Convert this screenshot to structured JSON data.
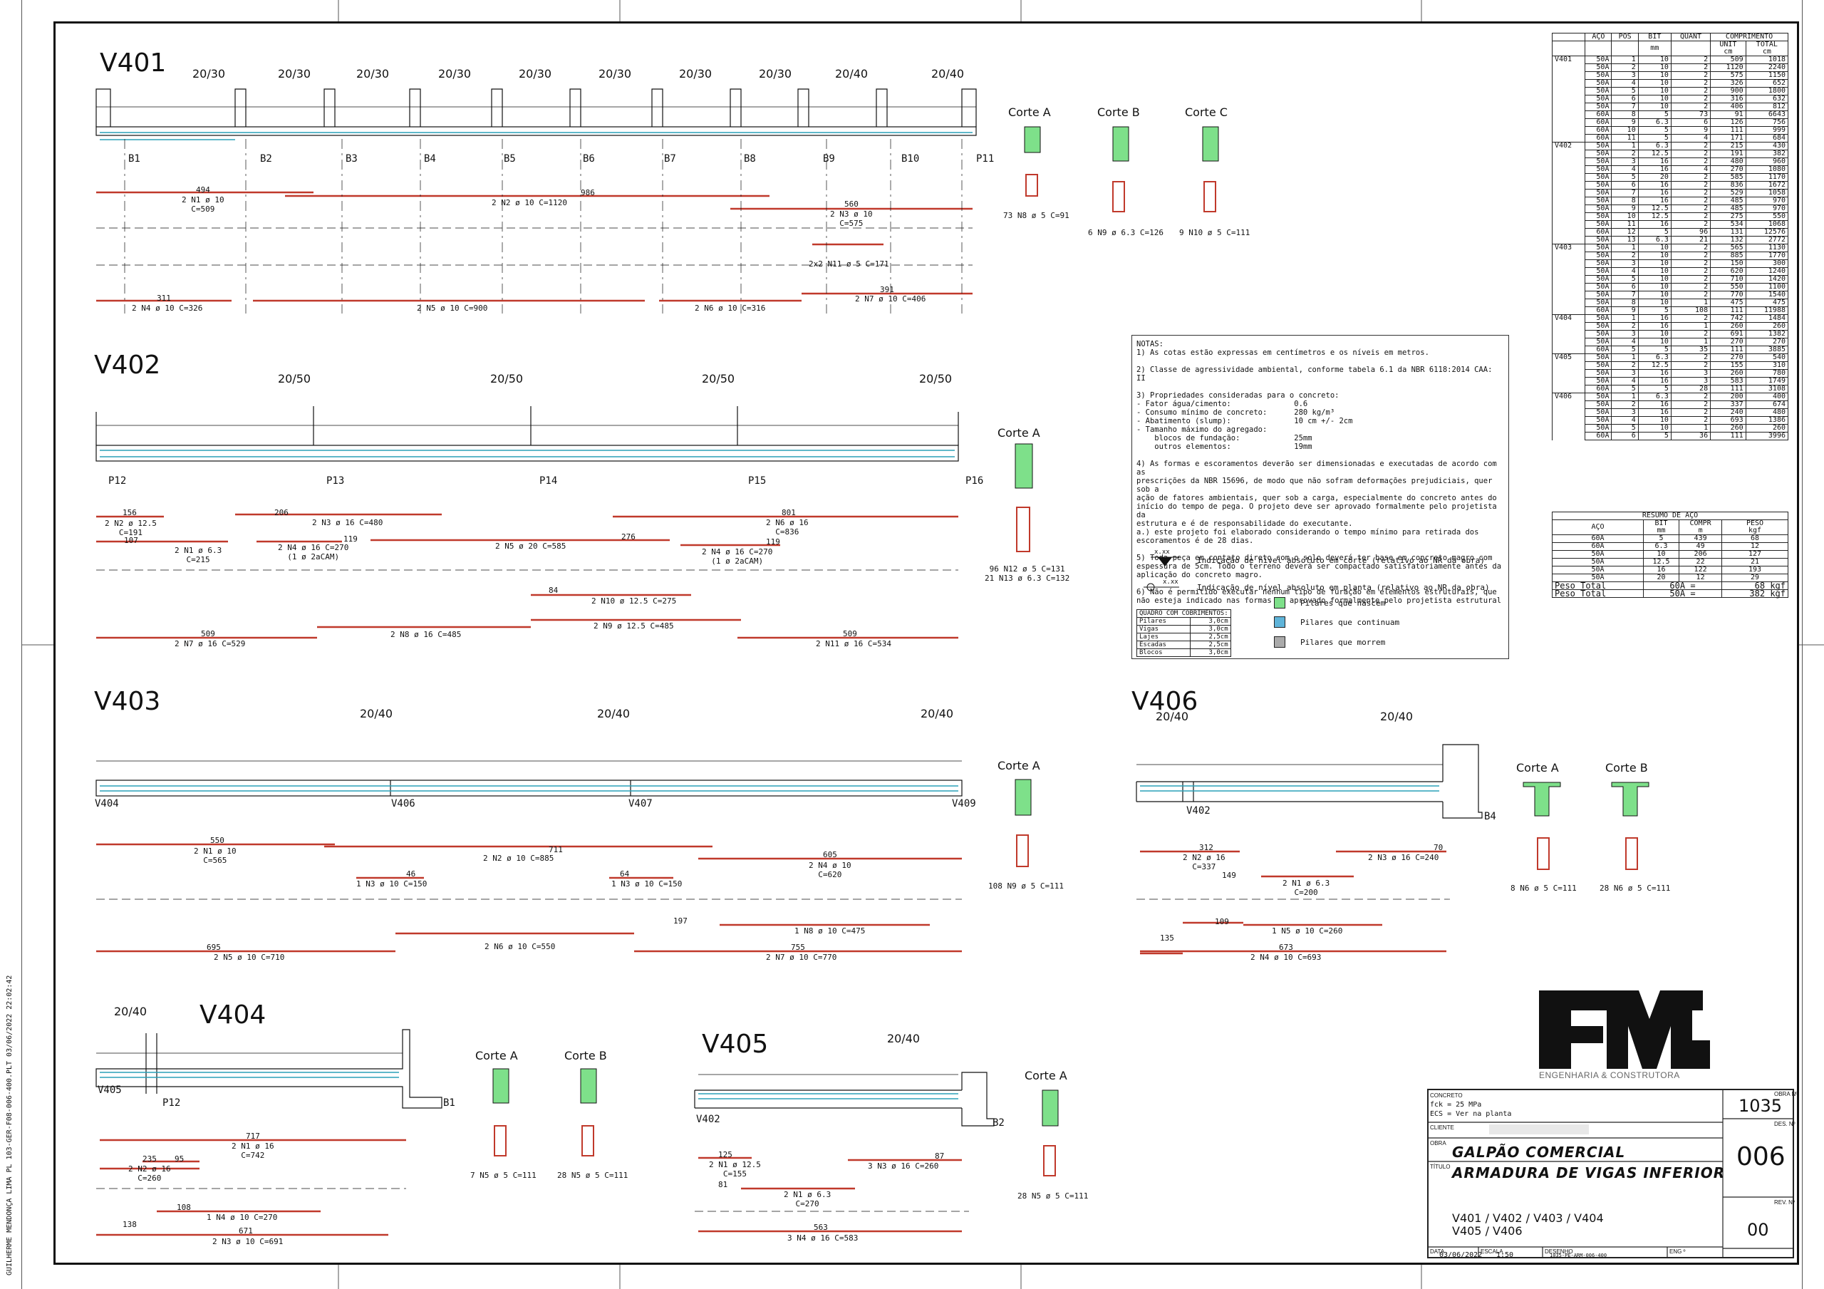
{
  "beams": {
    "v401": {
      "title": "V401",
      "sections": [
        "20/30",
        "20/30",
        "20/30",
        "20/30",
        "20/30",
        "20/30",
        "20/30",
        "20/30",
        "20/40",
        "20/40"
      ],
      "supports": [
        "B1",
        "B2",
        "B3",
        "B4",
        "B5",
        "B6",
        "B7",
        "B8",
        "B9",
        "B10",
        "P11"
      ],
      "bars": [
        "2 N1 ø 10\nC=509",
        "2 N2 ø 10 C=1120",
        "2 N3 ø 10\nC=575",
        "2 N4 ø 10 C=326",
        "2 N5 ø 10 C=900",
        "2 N6 ø 10 C=316",
        "2 N7 ø 10 C=406",
        "2x2 N11 ø 5 C=171"
      ],
      "lengths": [
        "494",
        "986",
        "560",
        "311",
        "391"
      ],
      "cuts": [
        "Corte A",
        "Corte B",
        "Corte C"
      ],
      "cut_notes": [
        "73 N8 ø 5 C=91",
        "6 N9 ø 6.3 C=126",
        "9 N10 ø 5 C=111"
      ]
    },
    "v402": {
      "title": "V402",
      "sections": [
        "20/50",
        "20/50",
        "20/50",
        "20/50"
      ],
      "supports": [
        "P12",
        "P13",
        "P14",
        "P15",
        "P16"
      ],
      "bars": [
        "2 N2 ø 12.5\nC=191",
        "2 N3 ø 16 C=480",
        "2 N6 ø 16\nC=836",
        "2 N1 ø 6.3\nC=215",
        "2 N4 ø 16 C=270\n(1 ø 2aCAM)",
        "2 N5 ø 20 C=585",
        "2 N4 ø 16 C=270\n(1 ø 2aCAM)",
        "2 N10 ø 12.5 C=275",
        "2 N9 ø 12.5 C=485",
        "2 N7 ø 16 C=529",
        "2 N8 ø 16 C=485",
        "2 N11 ø 16 C=534"
      ],
      "lengths": [
        "156",
        "206",
        "801",
        "107",
        "119",
        "276",
        "119",
        "84",
        "509",
        "509"
      ],
      "cuts": [
        "Corte A"
      ],
      "cut_notes": [
        "96 N12 ø 5 C=131\n21 N13 ø 6.3 C=132"
      ]
    },
    "v403": {
      "title": "V403",
      "sections": [
        "20/40",
        "20/40",
        "20/40"
      ],
      "supports": [
        "V404",
        "V406",
        "V407",
        "V409"
      ],
      "bars": [
        "2 N1 ø 10\nC=565",
        "2 N2 ø 10 C=885",
        "2 N4 ø 10\nC=620",
        "1 N3 ø 10 C=150",
        "1 N3 ø 10 C=150",
        "1 N8 ø 10 C=475",
        "2 N5 ø 10 C=710",
        "2 N6 ø 10 C=550",
        "2 N7 ø 10 C=770"
      ],
      "lengths": [
        "550",
        "711",
        "605",
        "46",
        "64",
        "197",
        "695",
        "755"
      ],
      "cuts": [
        "Corte A"
      ],
      "cut_notes": [
        "108 N9 ø 5 C=111"
      ]
    },
    "v404": {
      "title": "V404",
      "sections": [
        "20/40"
      ],
      "supports": [
        "V405",
        "P12",
        "B1"
      ],
      "bars": [
        "2 N1 ø 16\nC=742",
        "2 N2 ø 16\nC=260",
        "1 N4 ø 10 C=270",
        "2 N3 ø 10 C=691"
      ],
      "lengths": [
        "717",
        "235",
        "95",
        "108",
        "138",
        "671"
      ],
      "cuts": [
        "Corte A",
        "Corte B"
      ],
      "cut_notes": [
        "7 N5 ø 5 C=111",
        "28 N5 ø 5 C=111"
      ]
    },
    "v405": {
      "title": "V405",
      "sections": [
        "20/40"
      ],
      "supports": [
        "V402",
        "B2"
      ],
      "bars": [
        "2 N1 ø 12.5\nC=155",
        "3 N3 ø 16 C=260",
        "2 N1 ø 6.3\nC=270",
        "3 N4 ø 16 C=583"
      ],
      "lengths": [
        "125",
        "87",
        "81",
        "563"
      ],
      "cuts": [
        "Corte A"
      ],
      "cut_notes": [
        "28 N5 ø 5 C=111"
      ]
    },
    "v406": {
      "title": "V406",
      "sections": [
        "20/40",
        "20/40"
      ],
      "supports": [
        "V402",
        "B4"
      ],
      "bars": [
        "2 N2 ø 16\nC=337",
        "2 N3 ø 16 C=240",
        "2 N1 ø 6.3\nC=200",
        "1 N5 ø 10 C=260",
        "2 N4 ø 10 C=693"
      ],
      "lengths": [
        "312",
        "70",
        "149",
        "109",
        "135",
        "673"
      ],
      "cuts": [
        "Corte A",
        "Corte B"
      ],
      "cut_notes": [
        "8 N6 ø 5 C=111",
        "28 N6 ø 5 C=111"
      ]
    }
  },
  "steel_table": {
    "headers": [
      "AÇO",
      "POS",
      "BIT",
      "QUANT",
      "COMPRIMENTO",
      "UNIT",
      "TOTAL",
      "mm",
      "cm",
      "cm"
    ],
    "groups": [
      {
        "name": "V401",
        "rows": [
          [
            "50A",
            "1",
            "10",
            "2",
            "509",
            "1018"
          ],
          [
            "50A",
            "2",
            "10",
            "2",
            "1120",
            "2240"
          ],
          [
            "50A",
            "3",
            "10",
            "2",
            "575",
            "1150"
          ],
          [
            "50A",
            "4",
            "10",
            "2",
            "326",
            "652"
          ],
          [
            "50A",
            "5",
            "10",
            "2",
            "900",
            "1800"
          ],
          [
            "50A",
            "6",
            "10",
            "2",
            "316",
            "632"
          ],
          [
            "50A",
            "7",
            "10",
            "2",
            "406",
            "812"
          ],
          [
            "60A",
            "8",
            "5",
            "73",
            "91",
            "6643"
          ],
          [
            "60A",
            "9",
            "6.3",
            "6",
            "126",
            "756"
          ],
          [
            "60A",
            "10",
            "5",
            "9",
            "111",
            "999"
          ],
          [
            "60A",
            "11",
            "5",
            "4",
            "171",
            "684"
          ]
        ]
      },
      {
        "name": "V402",
        "rows": [
          [
            "50A",
            "1",
            "6.3",
            "2",
            "215",
            "430"
          ],
          [
            "50A",
            "2",
            "12.5",
            "2",
            "191",
            "382"
          ],
          [
            "50A",
            "3",
            "16",
            "2",
            "480",
            "960"
          ],
          [
            "50A",
            "4",
            "16",
            "4",
            "270",
            "1080"
          ],
          [
            "50A",
            "5",
            "20",
            "2",
            "585",
            "1170"
          ],
          [
            "50A",
            "6",
            "16",
            "2",
            "836",
            "1672"
          ],
          [
            "50A",
            "7",
            "16",
            "2",
            "529",
            "1058"
          ],
          [
            "50A",
            "8",
            "16",
            "2",
            "485",
            "970"
          ],
          [
            "50A",
            "9",
            "12.5",
            "2",
            "485",
            "970"
          ],
          [
            "50A",
            "10",
            "12.5",
            "2",
            "275",
            "550"
          ],
          [
            "50A",
            "11",
            "16",
            "2",
            "534",
            "1068"
          ],
          [
            "60A",
            "12",
            "5",
            "96",
            "131",
            "12576"
          ],
          [
            "50A",
            "13",
            "6.3",
            "21",
            "132",
            "2772"
          ]
        ]
      },
      {
        "name": "V403",
        "rows": [
          [
            "50A",
            "1",
            "10",
            "2",
            "565",
            "1130"
          ],
          [
            "50A",
            "2",
            "10",
            "2",
            "885",
            "1770"
          ],
          [
            "50A",
            "3",
            "10",
            "2",
            "150",
            "300"
          ],
          [
            "50A",
            "4",
            "10",
            "2",
            "620",
            "1240"
          ],
          [
            "50A",
            "5",
            "10",
            "2",
            "710",
            "1420"
          ],
          [
            "50A",
            "6",
            "10",
            "2",
            "550",
            "1100"
          ],
          [
            "50A",
            "7",
            "10",
            "2",
            "770",
            "1540"
          ],
          [
            "50A",
            "8",
            "10",
            "1",
            "475",
            "475"
          ],
          [
            "60A",
            "9",
            "5",
            "108",
            "111",
            "11988"
          ]
        ]
      },
      {
        "name": "V404",
        "rows": [
          [
            "50A",
            "1",
            "16",
            "2",
            "742",
            "1484"
          ],
          [
            "50A",
            "2",
            "16",
            "1",
            "260",
            "260"
          ],
          [
            "50A",
            "3",
            "10",
            "2",
            "691",
            "1382"
          ],
          [
            "50A",
            "4",
            "10",
            "1",
            "270",
            "270"
          ],
          [
            "60A",
            "5",
            "5",
            "35",
            "111",
            "3885"
          ]
        ]
      },
      {
        "name": "V405",
        "rows": [
          [
            "50A",
            "1",
            "6.3",
            "2",
            "270",
            "540"
          ],
          [
            "50A",
            "2",
            "12.5",
            "2",
            "155",
            "310"
          ],
          [
            "50A",
            "3",
            "16",
            "3",
            "260",
            "780"
          ],
          [
            "50A",
            "4",
            "16",
            "3",
            "583",
            "1749"
          ],
          [
            "60A",
            "5",
            "5",
            "28",
            "111",
            "3108"
          ]
        ]
      },
      {
        "name": "V406",
        "rows": [
          [
            "50A",
            "1",
            "6.3",
            "2",
            "200",
            "400"
          ],
          [
            "50A",
            "2",
            "16",
            "2",
            "337",
            "674"
          ],
          [
            "50A",
            "3",
            "16",
            "2",
            "240",
            "480"
          ],
          [
            "50A",
            "4",
            "10",
            "2",
            "693",
            "1386"
          ],
          [
            "50A",
            "5",
            "10",
            "1",
            "260",
            "260"
          ],
          [
            "60A",
            "6",
            "5",
            "36",
            "111",
            "3996"
          ]
        ]
      }
    ]
  },
  "summary_table": {
    "title": "RESUMO DE AÇO",
    "headers": [
      "AÇO",
      "BIT",
      "COMPR",
      "PESO",
      "mm",
      "m",
      "kgf"
    ],
    "rows": [
      [
        "60A",
        "5",
        "439",
        "68"
      ],
      [
        "60A",
        "6.3",
        "49",
        "12"
      ],
      [
        "50A",
        "10",
        "206",
        "127"
      ],
      [
        "50A",
        "12.5",
        "22",
        "21"
      ],
      [
        "50A",
        "16",
        "122",
        "193"
      ],
      [
        "50A",
        "20",
        "12",
        "29"
      ]
    ],
    "totals": [
      [
        "Peso Total",
        "60A =",
        "68 kgf"
      ],
      [
        "Peso Total",
        "50A =",
        "382 kgf"
      ]
    ]
  },
  "notes": {
    "text": "NOTAS:\n1) As cotas estão expressas em centímetros e os níveis em metros.\n\n2) Classe de agressividade ambiental, conforme tabela 6.1 da NBR 6118:2014 CAA: II\n\n3) Propriedades consideradas para o concreto:\n- Fator água/cimento:              0.6\n- Consumo mínimo de concreto:      280 kg/m³\n- Abatimento (slump):              10 cm +/- 2cm\n- Tamanho máximo do agregado:\n    blocos de fundação:            25mm\n    outros elementos:              19mm\n\n4) As formas e escoramentos deverão ser dimensionadas e executadas de acordo com as\nprescrições da NBR 15696, de modo que não sofram deformações prejudiciais, quer sob a\nação de fatores ambientais, quer sob a carga, especialmente do concreto antes do\ninício do tempo de pega. O projeto deve ser aprovado formalmente pelo projetista da\nestrutura e é de responsabilidade do executante.\na.) este projeto foi elaborado considerando o tempo mínimo para retirada dos\nescoramentos é de 28 dias.\n\n5) Toda peça em contato direto com o solo deverá ter base em concreto magro com\nespessura de 5cm. Todo o terreno deverá ser compactado satisfatoriamente antes da\naplicação do concreto magro.\n\n6) Não é permitido executar nenhum tipo de furação em elementos estruturais, que\nnão esteja indicado nas formas ou aprovado formalmente pelo projetista estrutural",
    "level_cut": "Indicação de nível absoluto em corte (relativo ao NR da obra)",
    "level_plan": "Indicação de nível absoluto em planta (relativo ao NR da obra)",
    "xxx": "x.xx",
    "legend": [
      "Pilares que nascem",
      "Pilares que continuam",
      "Pilares que morrem"
    ],
    "cover_title": "QUADRO COM COBRIMENTOS:",
    "cover": [
      [
        "Pilares",
        "3,0cm"
      ],
      [
        "Vigas",
        "3,0cm"
      ],
      [
        "Lajes",
        "2,5cm"
      ],
      [
        "Escadas",
        "2,5cm"
      ],
      [
        "Blocos",
        "3,0cm"
      ]
    ]
  },
  "title_block": {
    "logo_caption": "ENGENHARIA & CONSTRUTORA",
    "concreto_label": "CONCRETO",
    "fck": "fck = 25   MPa",
    "ecs": "ECS = Ver na planta",
    "obra_label": "OBRA",
    "obra": "GALPÃO COMERCIAL",
    "titulo_label": "TÍTULO",
    "titulo": "ARMADURA DE VIGAS INFERIOR",
    "beams_line1": "V401 / V402 / V403 / V404",
    "beams_line2": "V405 / V406",
    "obra_no_label": "OBRA Nº",
    "obra_no": "1035",
    "des_no_label": "DES. Nº",
    "des_no": "006",
    "rev_label": "REV. Nº",
    "rev": "00",
    "data_label": "DATA",
    "data": "03/06/2022",
    "escala_label": "ESCALA",
    "escala": "1:50",
    "desenho_label": "DESENHO",
    "desenho": "1035-PE-ARM-006-400",
    "cliente_label": "CLIENTE",
    "eng_label": "ENG º"
  },
  "side_text": "GUILHERME MENDONÇA LIMA PL 103-GER-F08-006-400.PLT 03/06/2022 22:02:42",
  "colors": {
    "rebar": "#c0392b",
    "stirrup": "#2aa1b8",
    "nasce": "#7ee08a",
    "continua": "#5fb4d9",
    "morre": "#aaaaaa"
  }
}
